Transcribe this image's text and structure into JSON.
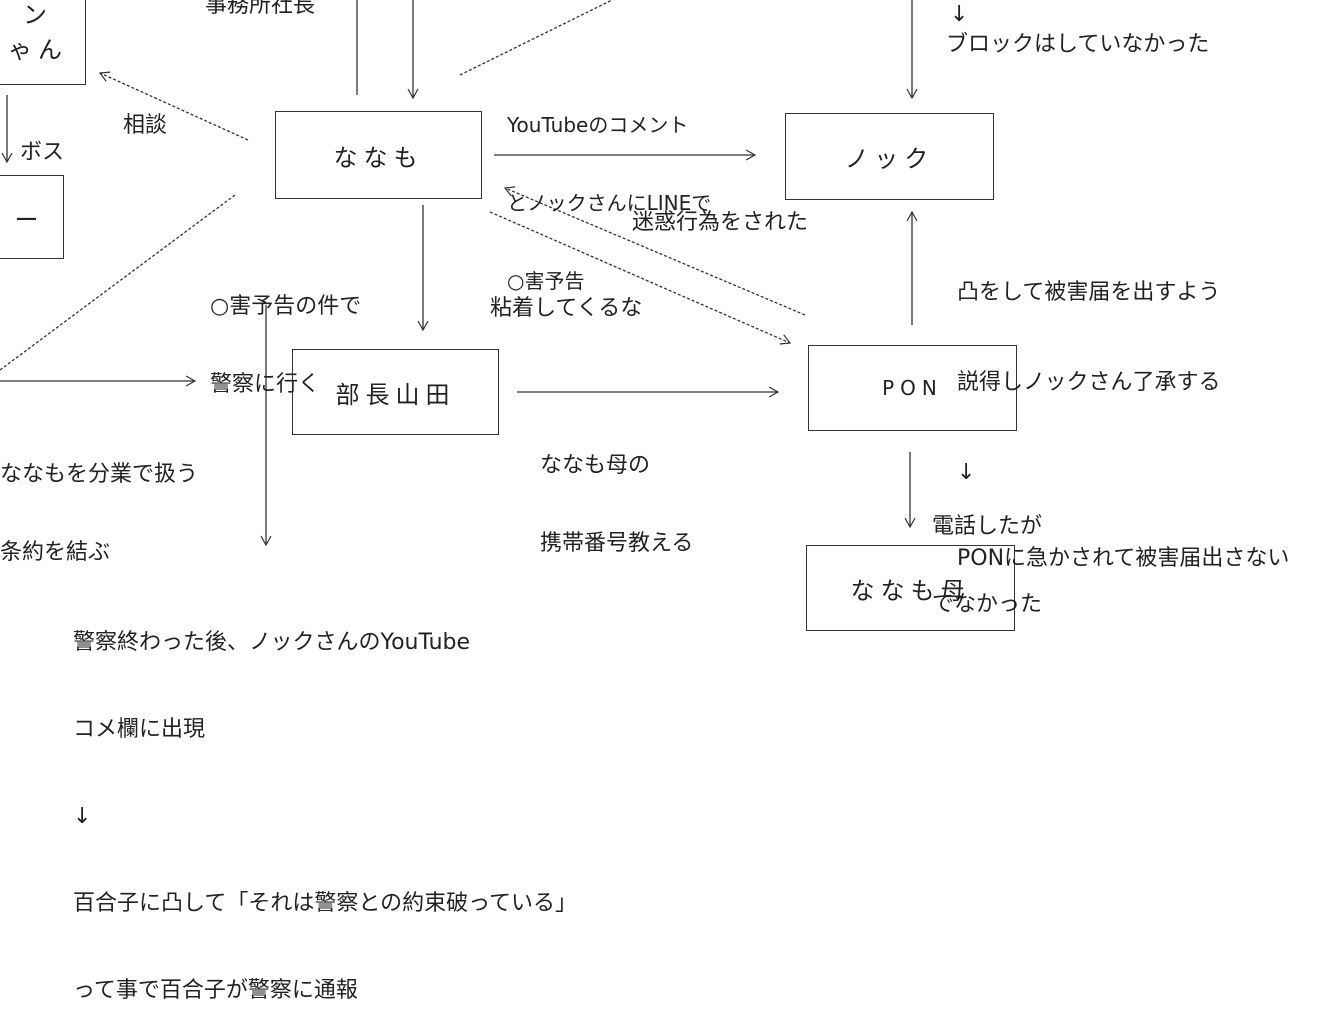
{
  "nodes": {
    "chan": "ゃん",
    "chan_top": "ン",
    "boss_box": "ー",
    "nanamo": "ななも",
    "nock": "ノック",
    "bucho": "部長山田",
    "pon": "PON",
    "nanamo_mother": "ななも母"
  },
  "labels": {
    "jimusho": "事務所社長",
    "boss": "ボス",
    "soudan": "相談",
    "youtube": [
      "YouTubeのコメント",
      "とノックさんにLINEで",
      "○害予告"
    ],
    "block_arrow": "↓",
    "block": "ブロックはしていなかった",
    "meiwaku": "迷惑行為をされた",
    "nenchaku": "粘着してくるな",
    "totsu": [
      "凸をして被害届を出すよう",
      "説得しノックさん了承する",
      "↓",
      "PONに急かされて被害届出さない"
    ],
    "keisatsu": [
      "○害予告の件で",
      "警察に行く"
    ],
    "bungyo": [
      "ななもを分業で扱う",
      "条約を結ぶ"
    ],
    "bangou": [
      "ななも母の",
      "携帯番号教える"
    ],
    "denwa": [
      "電話したが",
      "でなかった"
    ],
    "after": [
      "警察終わった後、ノックさんのYouTube",
      "コメ欄に出現",
      "↓",
      "百合子に凸して「それは警察との約束破っている」",
      "って事で百合子が警察に通報"
    ]
  }
}
